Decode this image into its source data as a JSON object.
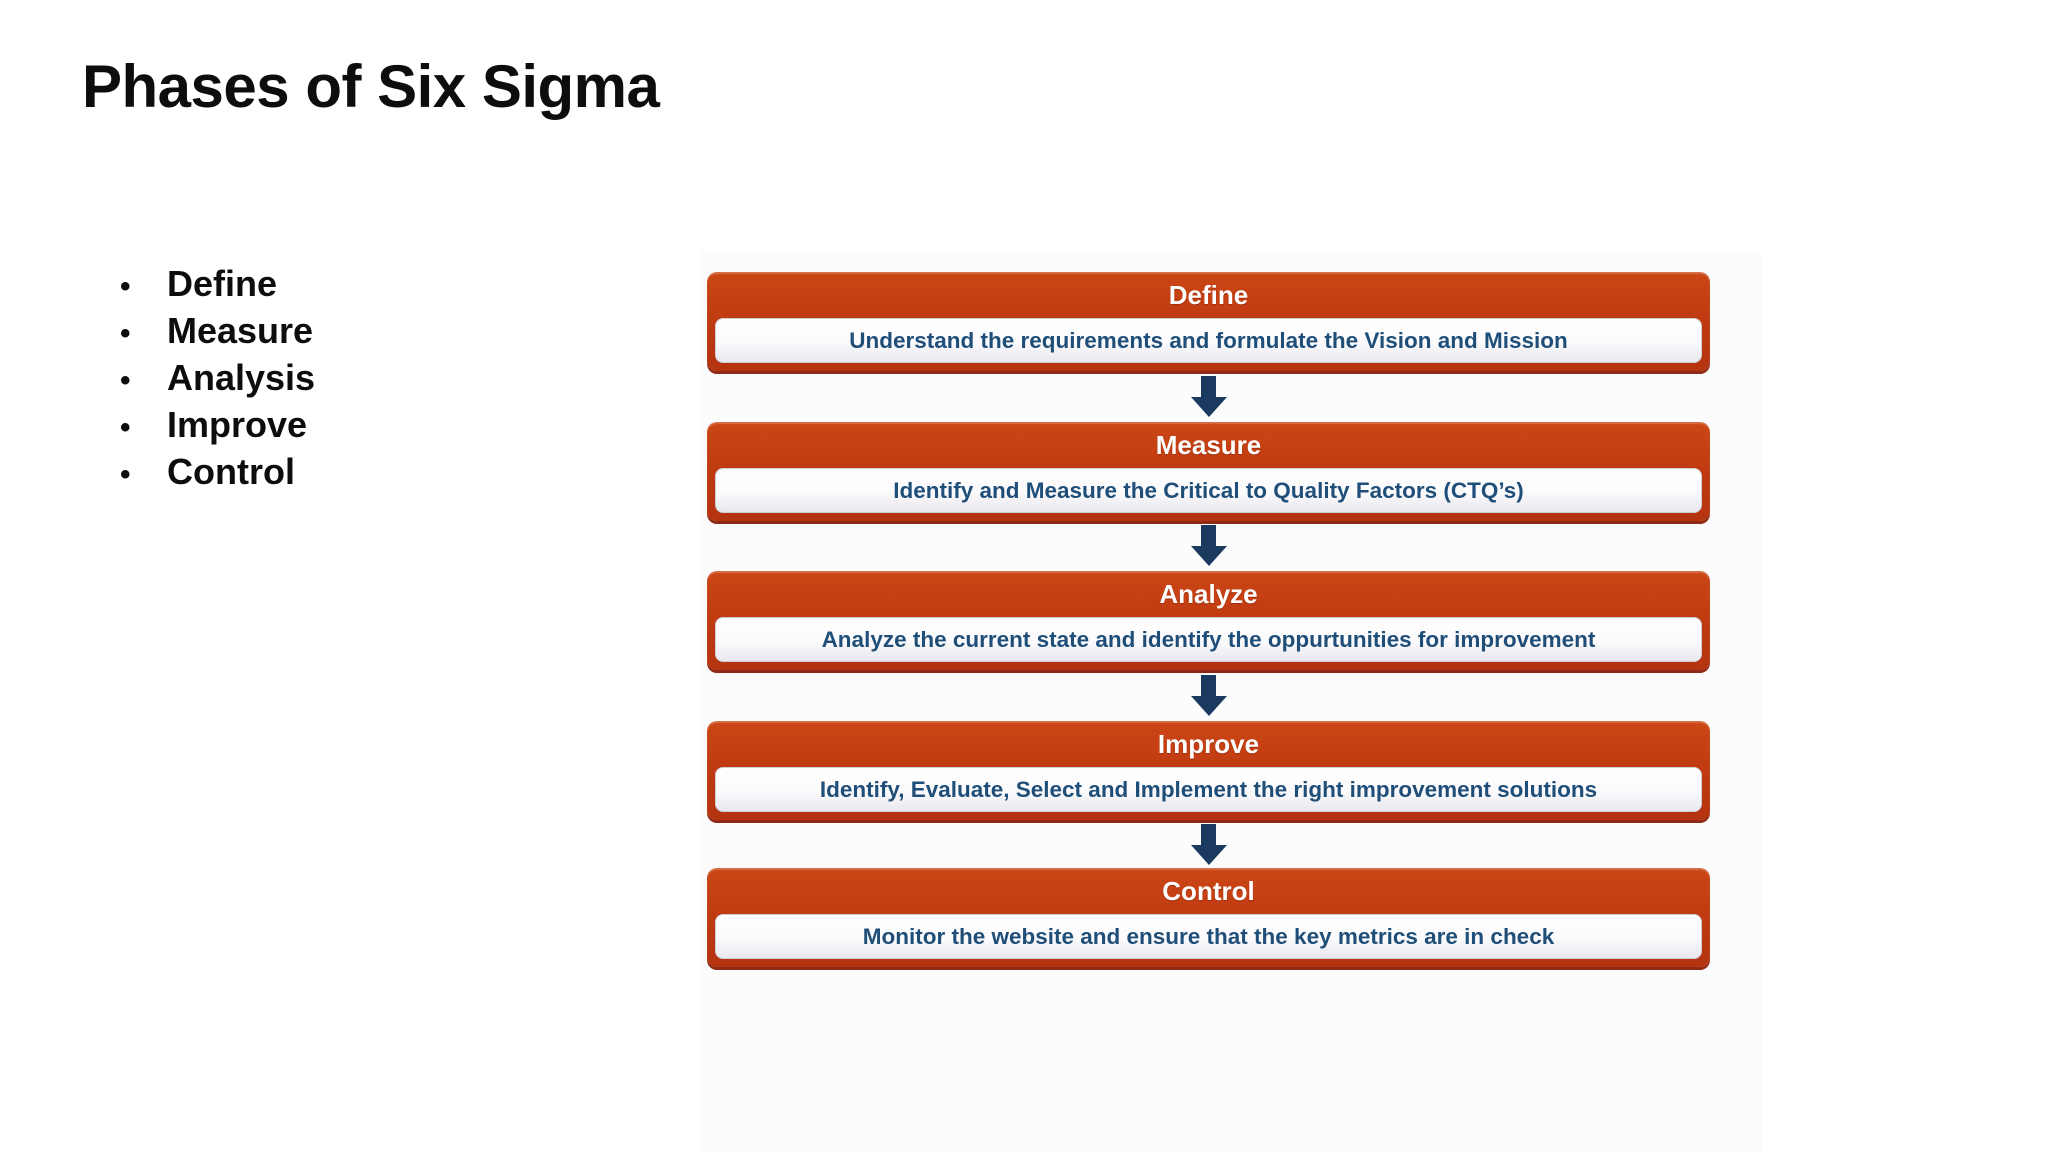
{
  "slide": {
    "title": "Phases of Six Sigma",
    "bullet_glyph": "•",
    "bullets": [
      "Define",
      "Measure",
      "Analysis",
      "Improve",
      "Control"
    ]
  },
  "diagram": {
    "phases": [
      {
        "name": "Define",
        "description": "Understand the requirements and formulate the Vision and Mission"
      },
      {
        "name": "Measure",
        "description": "Identify and Measure the Critical to Quality Factors (CTQ’s)"
      },
      {
        "name": "Analyze",
        "description": "Analyze the current state and identify the oppurtunities for improvement"
      },
      {
        "name": "Improve",
        "description": "Identify, Evaluate, Select and Implement the right improvement solutions"
      },
      {
        "name": "Control",
        "description": "Monitor the website and ensure that the key metrics are in check"
      }
    ]
  },
  "colors": {
    "phase_red": "#c13a12",
    "phase_red_dark": "#8f2b14",
    "description_text": "#1f4e79",
    "arrow_navy": "#1b3a5f",
    "title_text": "#0d0d0d",
    "panel_background": "#fcfcfc"
  }
}
